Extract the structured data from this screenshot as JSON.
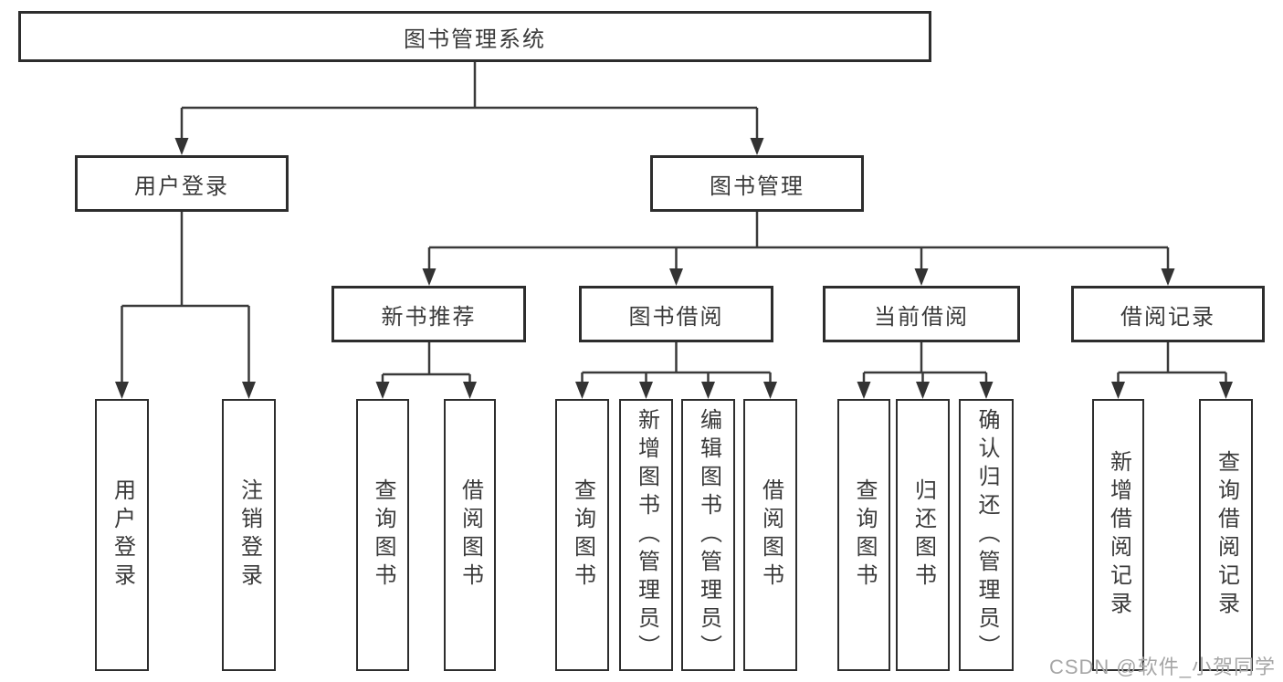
{
  "diagram": {
    "root": "图书管理系统",
    "branches": {
      "login": {
        "label": "用户登录",
        "children": [
          "用户登录",
          "注销登录"
        ]
      },
      "management": {
        "label": "图书管理",
        "sections": [
          {
            "label": "新书推荐",
            "children": [
              "查询图书",
              "借阅图书"
            ]
          },
          {
            "label": "图书借阅",
            "children": [
              "查询图书",
              "新增图书（管理员）",
              "编辑图书（管理员）",
              "借阅图书"
            ]
          },
          {
            "label": "当前借阅",
            "children": [
              "查询图书",
              "归还图书",
              "确认归还（管理员）"
            ]
          },
          {
            "label": "借阅记录",
            "children": [
              "新增借阅记录",
              "查询借阅记录"
            ]
          }
        ]
      }
    }
  },
  "watermark": "CSDN @软件_小贺同学",
  "colors": {
    "line": "#3a3a3a",
    "border": "#2d2d2d",
    "text": "#3a3a3a",
    "watermark": "#a6a6a6",
    "background": "#ffffff"
  }
}
